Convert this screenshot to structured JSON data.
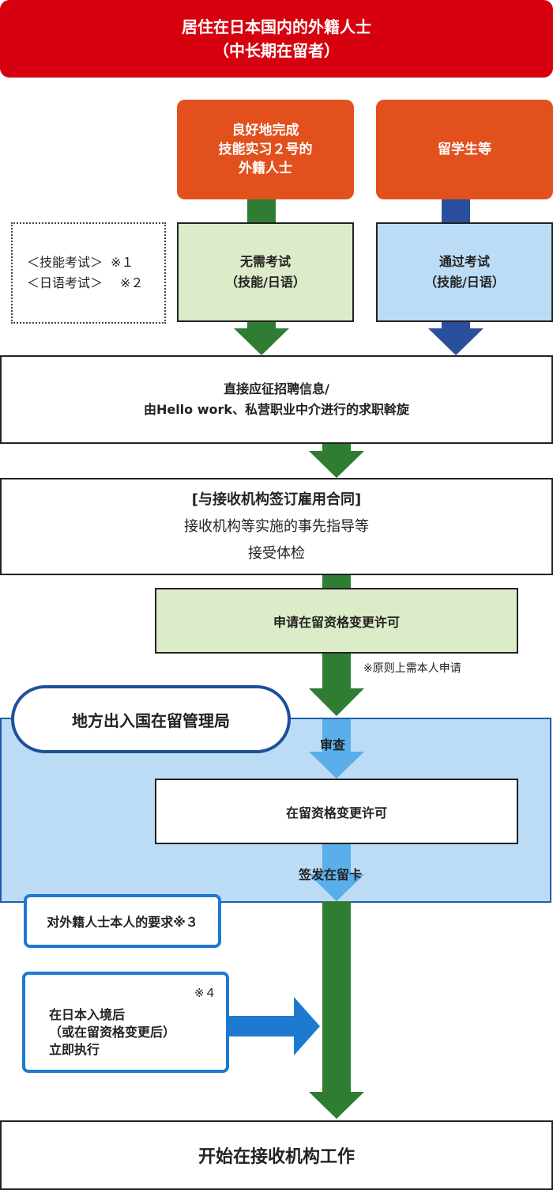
{
  "banner": {
    "line1": "居住在日本国内的外籍人士",
    "line2": "（中长期在留者）"
  },
  "left_path": {
    "header": [
      "良好地完成",
      "技能实习２号的",
      "外籍人士"
    ],
    "exam": [
      "无需考试",
      "（技能/日语）"
    ]
  },
  "right_path": {
    "header": "留学生等",
    "exam": [
      "通过考试",
      "（技能/日语）"
    ]
  },
  "exam_legend": {
    "skill_exam": "＜技能考试＞",
    "skill_note": "※１",
    "language_exam": "＜日语考试＞",
    "language_note": "※２"
  },
  "job_search": [
    "直接应征招聘信息/",
    "由Hello work、私营职业中介进行的求职斡旋"
  ],
  "contract": {
    "title": "[与接收机构签订雇用合同]",
    "line2": "接收机构等实施的事先指导等",
    "line3": "接受体检"
  },
  "application": {
    "label": "申请在留资格变更许可",
    "note": "※原则上需本人申请"
  },
  "bureau": {
    "name": "地方出入国在留管理局",
    "review": "审查",
    "permission": "在留资格变更许可",
    "card_issue": "签发在留卡"
  },
  "requirement_callout": "对外籍人士本人的要求※３",
  "entry_callout": {
    "note": "※４",
    "lines": [
      "在日本入境后",
      "（或在留资格变更后）",
      "立即执行"
    ]
  },
  "final": "开始在接收机构工作",
  "colors": {
    "banner_red": "#d6000f",
    "orange": "#e2501d",
    "arrow_green": "#2e7d32",
    "arrow_navy": "#2a4f9c",
    "arrow_light_blue": "#5aaeea",
    "arrow_blue": "#1e7ad0",
    "panel_light_blue": "#bcdcf5",
    "box_light_green": "#dcebc8"
  }
}
